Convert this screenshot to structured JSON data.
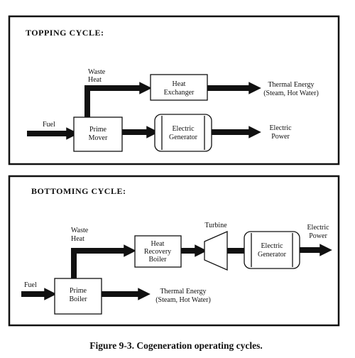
{
  "topping": {
    "title": "TOPPING CYCLE:",
    "waste_heat": [
      "Waste",
      "Heat"
    ],
    "heat_exchanger": [
      "Heat",
      "Exchanger"
    ],
    "thermal_energy": [
      "Thermal Energy",
      "(Steam, Hot Water)"
    ],
    "fuel": "Fuel",
    "prime_mover": [
      "Prime",
      "Mover"
    ],
    "electric_generator": [
      "Electric",
      "Generator"
    ],
    "electric_power": [
      "Electric",
      "Power"
    ]
  },
  "bottoming": {
    "title": "BOTTOMING CYCLE:",
    "waste_heat": [
      "Waste",
      "Heat"
    ],
    "heat_recovery_boiler": [
      "Heat",
      "Recovery",
      "Boiler"
    ],
    "turbine": "Turbine",
    "electric_generator": [
      "Electric",
      "Generator"
    ],
    "electric_power": [
      "Electric",
      "Power"
    ],
    "fuel": "Fuel",
    "prime_boiler": [
      "Prime",
      "Boiler"
    ],
    "thermal_energy": [
      "Thermal Energy",
      "(Steam, Hot Water)"
    ]
  },
  "caption": "Figure 9-3. Cogeneration operating cycles."
}
